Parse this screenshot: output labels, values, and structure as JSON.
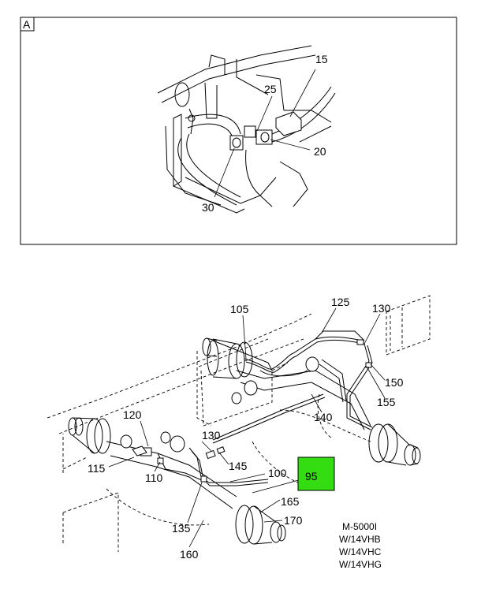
{
  "detail": {
    "label": "A",
    "callouts": [
      "15",
      "25",
      "20",
      "30"
    ]
  },
  "main": {
    "callouts": [
      "105",
      "125",
      "130",
      "150",
      "155",
      "140",
      "120",
      "130",
      "145",
      "115",
      "110",
      "100",
      "95",
      "165",
      "170",
      "135",
      "160"
    ],
    "highlight": {
      "label": "95",
      "color": "#33dd11"
    }
  },
  "model_note": [
    "M-5000I",
    "W/14VHB",
    "W/14VHC",
    "W/14VHG"
  ]
}
